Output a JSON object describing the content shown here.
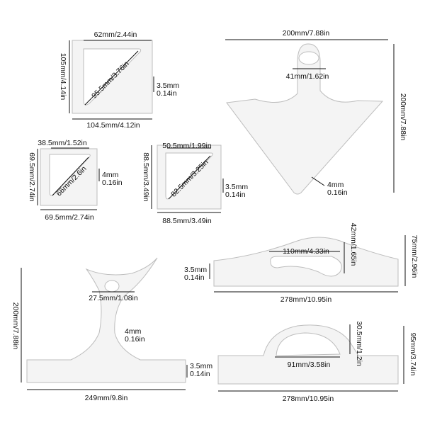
{
  "templates": {
    "square_large": {
      "width": "104.5mm/4.12in",
      "height": "105mm/4.14in",
      "inner_width": "62mm/2.44in",
      "diagonal": "95.5mm/3.76in",
      "thickness": [
        "3.5mm",
        "0.14in"
      ]
    },
    "square_small": {
      "width": "69.5mm/2.74in",
      "height": "69.5mm/2.74in",
      "inner_width": "38.5mm/1.52in",
      "diagonal": "66mm/2.6in",
      "thickness": [
        "4mm",
        "0.16in"
      ]
    },
    "square_medium": {
      "width": "88.5mm/3.49in",
      "height": "88.5mm/3.49in",
      "inner_width": "50.5mm/1.99in",
      "diagonal": "82.5mm/3.25in",
      "thickness": [
        "3.5mm",
        "0.14in"
      ]
    },
    "corner_triangle": {
      "width": "200mm/7.88in",
      "height": "200mm/7.88in",
      "hole": "41mm/1.62in",
      "thickness": [
        "4mm",
        "0.16in"
      ]
    },
    "wave_ruler": {
      "width": "278mm/10.95in",
      "height": "75mm/2.96in",
      "handle": "110mm/4.33in",
      "handle_height": "42mm/1.65in",
      "thickness": [
        "3.5mm",
        "0.14in"
      ]
    },
    "t_square": {
      "width": "249mm/9.8in",
      "height": "200mm/7.88in",
      "hole": "27.5mm/1.08in",
      "thickness": [
        "4mm",
        "0.16in"
      ]
    },
    "arch_ruler": {
      "width": "278mm/10.95in",
      "height": "95mm/3.74in",
      "handle": "91mm/3.58in",
      "handle_height": "30.5mm/1.2in",
      "thickness": [
        "3.5mm",
        "0.14in"
      ]
    }
  }
}
